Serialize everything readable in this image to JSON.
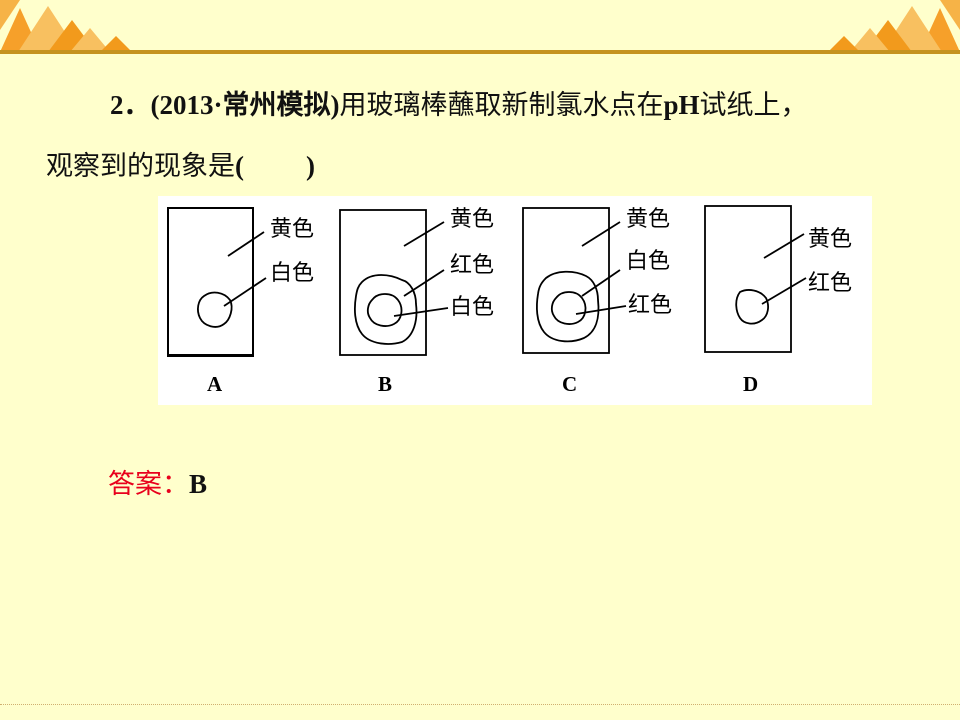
{
  "question": {
    "number": "2．",
    "source": "(2013·常州模拟)",
    "stem_line1_a": "用玻璃棒蘸取新制氯水点在",
    "stem_ph": "pH",
    "stem_line1_b": "试纸上，",
    "stem_line2": "观察到的现象是",
    "paren_open": "(",
    "paren_close": ")"
  },
  "figure": {
    "options": [
      {
        "letter": "A",
        "outer_label": "黄色",
        "inner_label": "白色"
      },
      {
        "letter": "B",
        "outer_label": "黄色",
        "ring_label": "红色",
        "inner_label": "白色"
      },
      {
        "letter": "C",
        "outer_label": "黄色",
        "ring_label": "白色",
        "inner_label": "红色"
      },
      {
        "letter": "D",
        "outer_label": "黄色",
        "inner_label": "红色"
      }
    ]
  },
  "answer": {
    "label": "答案：",
    "value": "B"
  },
  "colors": {
    "background": "#ffffcc",
    "answer_label": "#e8001c",
    "decoration": "#f0a030"
  }
}
